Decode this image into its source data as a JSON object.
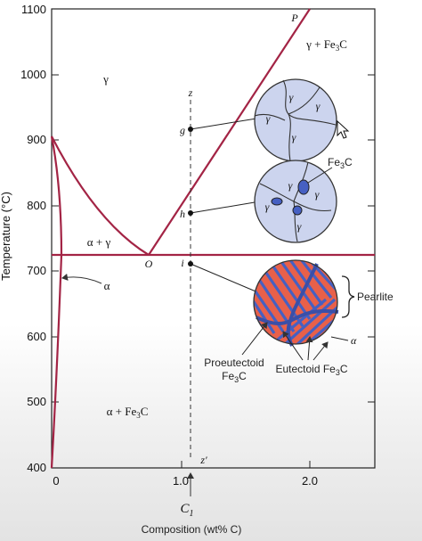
{
  "axes": {
    "y_title": "Temperature (°C)",
    "x_title": "Composition (wt% C)",
    "y_ticks": [
      "400",
      "500",
      "600",
      "700",
      "800",
      "900",
      "1000",
      "1100"
    ],
    "x_ticks": [
      "0",
      "1.0",
      "2.0"
    ]
  },
  "regions": {
    "gamma": "γ",
    "alpha_gamma": "α + γ",
    "gamma_fe3c": "γ + Fe3C",
    "alpha_fe3c": "α + Fe3C",
    "alpha": "α"
  },
  "points": {
    "P": "P",
    "O": "O",
    "g": "g",
    "h": "h",
    "i": "i",
    "z": "z",
    "z_prime": "z′",
    "C1": "C1"
  },
  "micro": {
    "grain_label": "γ",
    "fe3c": "Fe3C",
    "pearlite": "Pearlite",
    "alpha": "α",
    "proeutectoid_line1": "Proeutectoid",
    "proeutectoid_line2": "Fe3C",
    "eutectoid": "Eutectoid Fe3C"
  },
  "colors": {
    "phase_line": "#a32445",
    "grain_fill": "#ccd4ee",
    "cementite": "#4660c2",
    "pearlite_red": "#e8604a"
  }
}
